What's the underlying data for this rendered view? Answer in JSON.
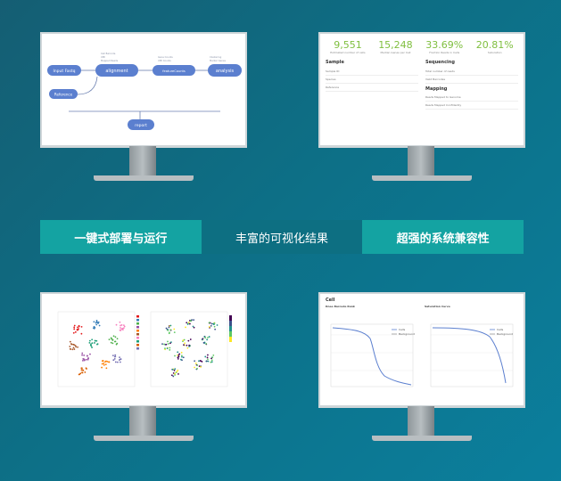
{
  "features": {
    "deploy": "一键式部署与运行",
    "visual": "丰富的可视化结果",
    "compat": "超强的系统兼容性"
  },
  "workflow": {
    "nodes": [
      "Input Fastq",
      "alignment",
      "Reference",
      "featureCounts",
      "analysis",
      "report"
    ],
    "notes": {
      "align": [
        "Cell Barcode",
        "UMI",
        "Mapped Reads"
      ],
      "count": [
        "Gene Counts",
        "UMI Counts"
      ],
      "analysis": [
        "Clustering",
        "Marker Genes"
      ]
    }
  },
  "stats": {
    "numbers": [
      {
        "value": "9,551",
        "label": "Estimated number of cells"
      },
      {
        "value": "15,248",
        "label": "Median Genes per Cell"
      },
      {
        "value": "33.69%",
        "label": "Fraction Reads in Cells"
      },
      {
        "value": "20.81%",
        "label": "Saturation"
      }
    ],
    "sample_title": "Sample",
    "sample_rows": [
      {
        "k": "Sample ID",
        "v": ""
      },
      {
        "k": "Species",
        "v": ""
      },
      {
        "k": "Reference",
        "v": ""
      }
    ],
    "seq_title": "Sequencing",
    "seq_rows": [
      {
        "k": "Total number of reads",
        "v": ""
      },
      {
        "k": "Valid Barcodes",
        "v": ""
      }
    ],
    "map_title": "Mapping",
    "map_rows": [
      {
        "k": "Reads Mapped to Genome",
        "v": ""
      },
      {
        "k": "Reads Mapped Confidently",
        "v": ""
      }
    ]
  },
  "cell": {
    "title": "Cell",
    "left_title": "Knee Barcode Rank",
    "right_title": "Saturation Curve",
    "legend": [
      "Cells",
      "Background"
    ]
  },
  "colors": {
    "accent": "#14a3a2",
    "band_mid": "#0d6f82",
    "node": "#5b7fcf",
    "green": "#7fbf3f"
  }
}
